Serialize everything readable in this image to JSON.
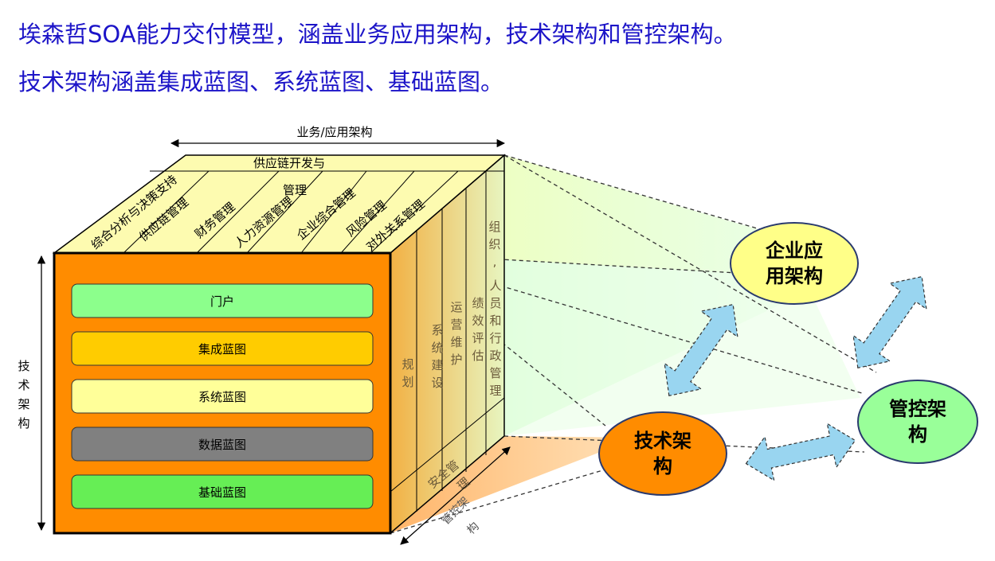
{
  "heading": {
    "line1": "埃森哲SOA能力交付模型，涵盖业务应用架构，技术架构和管控架构。",
    "line2": "技术架构涵盖集成蓝图、系统蓝图、基础蓝图。"
  },
  "cube": {
    "top_label": "业务/应用架构",
    "left_label": [
      "技",
      "术",
      "架",
      "构"
    ],
    "bottom_label": [
      "管控架",
      "构"
    ],
    "layers": [
      "门户",
      "集成蓝图",
      "系统蓝图",
      "数据蓝图",
      "基础蓝图"
    ],
    "top_face_items": [
      "综合分析与决策支持",
      "供应链管理",
      "财务管理",
      "人力资源管理",
      "企业综合管理",
      "风险管理",
      "对外关系管理"
    ],
    "top_face_header": [
      "供应链开发与",
      "管理"
    ],
    "side_face": {
      "col1": [
        "规",
        "划"
      ],
      "col2": [
        "系",
        "统",
        "建",
        "设"
      ],
      "col3": [
        "运",
        "营",
        "维",
        "护"
      ],
      "col4": [
        "绩",
        "效",
        "评",
        "估"
      ],
      "col5": [
        "人",
        "员",
        "和",
        "行",
        "政",
        "管",
        "理"
      ],
      "col6": [
        "组",
        "织",
        ","
      ],
      "bottom": [
        "安全管",
        "理"
      ]
    }
  },
  "ellipses": {
    "enterprise": [
      "企业应",
      "用架构"
    ],
    "tech": [
      "技术架",
      "构"
    ],
    "governance": [
      "管控架",
      "构"
    ]
  },
  "colors": {
    "heading": "#1c14c8",
    "cube_front": "#ff8c00",
    "portal": "#8cff8c",
    "integration": "#ffcc00",
    "system": "#ffff99",
    "data": "#808080",
    "infra": "#66ee55",
    "arrows": "#99d5f0",
    "ellipse_enterprise": "#ffff88",
    "ellipse_tech": "#ff8c00",
    "ellipse_gov": "#99ff99"
  }
}
